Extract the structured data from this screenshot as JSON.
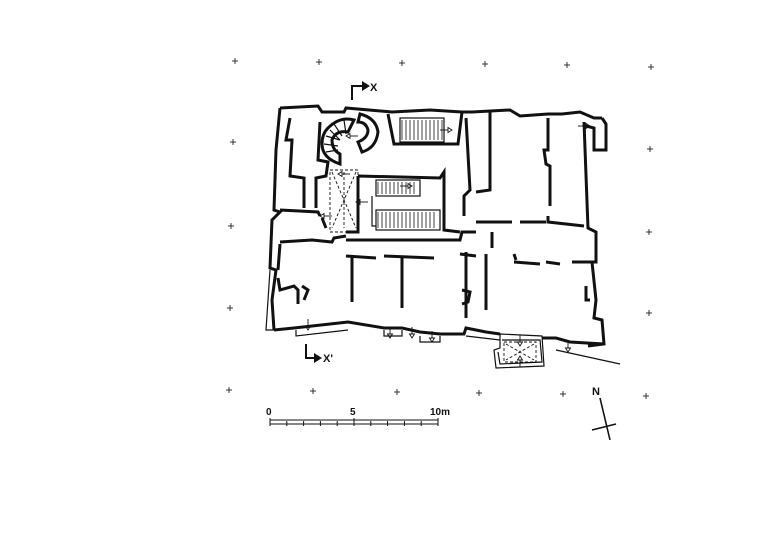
{
  "section_marks": {
    "top": "X",
    "bottom": "X'"
  },
  "north_label": "N",
  "scale_bar": {
    "tick_start": "0",
    "tick_mid": "5",
    "tick_end": "10m"
  },
  "icons": {
    "north_arrow": "north-arrow-icon",
    "grid_marker": "plus-cross-icon",
    "section_arrow": "section-arrow-icon",
    "stair_arrow": "arrow-icon"
  },
  "colors": {
    "ink": "#111111",
    "paper": "#ffffff"
  }
}
